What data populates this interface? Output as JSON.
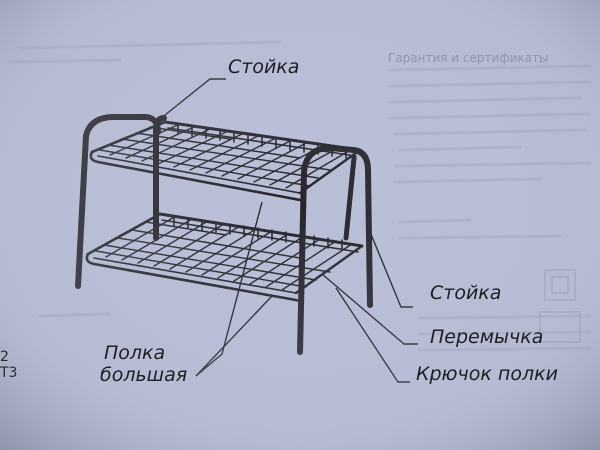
{
  "labels": {
    "stoyka_top": "Стойка",
    "stoyka_right": "Стойка",
    "peremychka": "Перемычка",
    "kryuchok_polki": "Крючок полки",
    "polka_bolshaya_line1": "Полка",
    "polka_bolshaya_line2": "большая"
  },
  "background_text": {
    "heading": "Гарантия и сертификаты",
    "edge_left_top": "2",
    "edge_left_bottom": "T3"
  },
  "colors": {
    "paper": "#b9bfd6",
    "ink": "#1e1e24",
    "faint_print": "#8e95ad"
  }
}
